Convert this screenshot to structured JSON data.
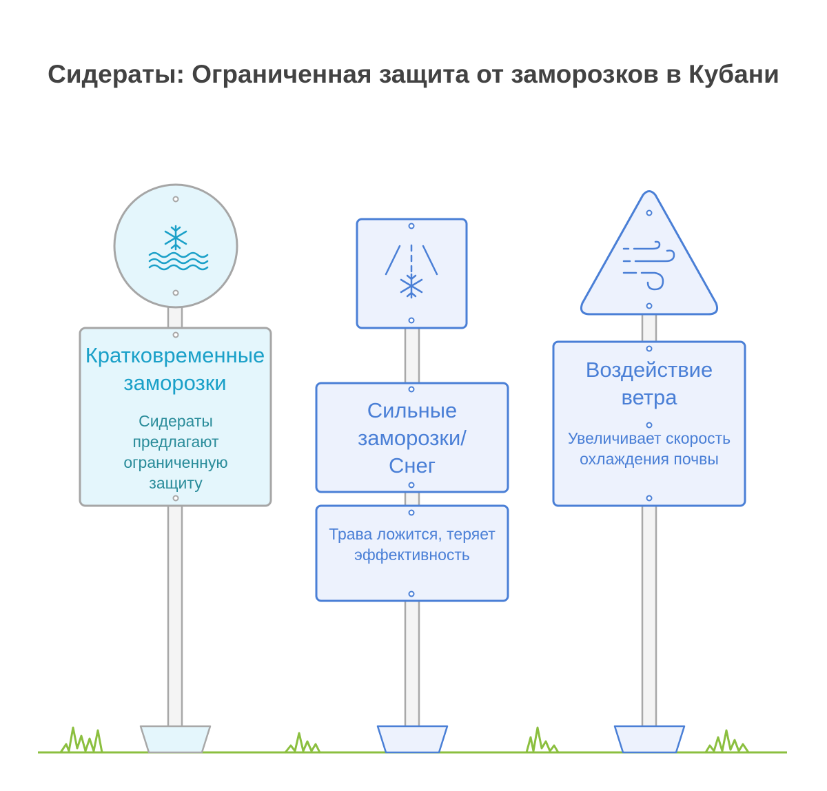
{
  "title": "Сидераты: Ограниченная защита от заморозков в Кубани",
  "signs": [
    {
      "heading": "Кратковременные заморозки",
      "body": "Сидераты предлагают ограниченную защиту",
      "icon": "snowflake-water-icon",
      "color": "#1aa0c8"
    },
    {
      "heading": "Сильные заморозки/ Снег",
      "body": "Трава ложится, теряет эффективность",
      "icon": "snowfall-icon",
      "color": "#4a7fd6"
    },
    {
      "heading": "Воздействие ветра",
      "body": "Увеличивает скорость охлаждения почвы",
      "icon": "wind-icon",
      "color": "#4a7fd6"
    }
  ],
  "colors": {
    "title": "#424242",
    "grass": "#8bbf3f",
    "pole_fill": "#f4f4f4",
    "pole_stroke": "#a8a8a8",
    "cyan_fill": "#e4f6fc",
    "cyan_stroke": "#a6a6a6",
    "cyan_text": "#1aa0c8",
    "cyan_body": "#2a8c9a",
    "blue_fill": "#edf2fd",
    "blue_stroke": "#4a7fd6",
    "blue_text": "#4a7fd6"
  }
}
